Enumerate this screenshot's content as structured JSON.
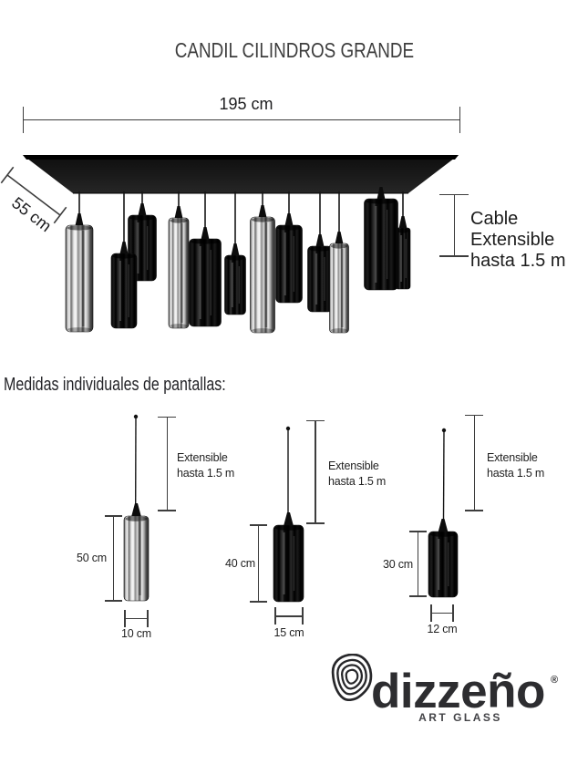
{
  "page": {
    "title": "CANDIL CILINDROS GRANDE",
    "section_heading": "Medidas individuales de pantallas:"
  },
  "fixture": {
    "width_dim_label": "195 cm",
    "depth_dim_label": "55 cm",
    "cable_dim_label_line1": "Cable Extensible",
    "cable_dim_label_line2": "hasta 1.5 m"
  },
  "pendant_figures": [
    {
      "glass": "silver",
      "height_label": "50 cm",
      "diameter_label": "10 cm",
      "cable_label_line1": "Extensible",
      "cable_label_line2": "hasta 1.5 m"
    },
    {
      "glass": "black",
      "height_label": "40 cm",
      "diameter_label": "15 cm",
      "cable_label_line1": "Extensible",
      "cable_label_line2": "hasta 1.5 m"
    },
    {
      "glass": "black",
      "height_label": "30 cm",
      "diameter_label": "12 cm",
      "cable_label_line1": "Extensible",
      "cable_label_line2": "hasta 1.5 m"
    }
  ],
  "brand": {
    "name": "dizzeño",
    "registered_mark": "®",
    "tagline": "ART GLASS"
  },
  "colors": {
    "ink": "#1d1d1f",
    "title_gray": "#3d3d3d",
    "dim_line": "#3d3d3d",
    "canopy": "#141414"
  }
}
